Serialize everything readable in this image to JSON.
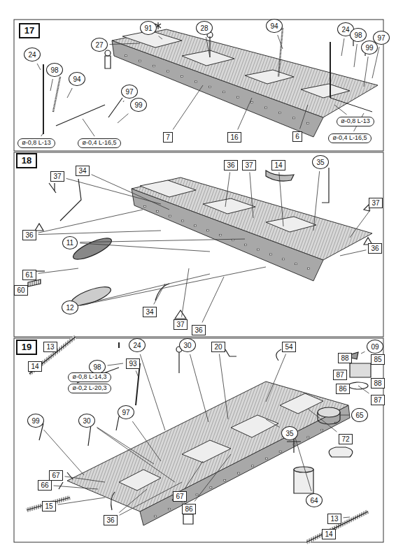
{
  "diagram": {
    "nodes": [
      {
        "text": [
          "17"
        ]
      },
      {
        "text": [
          "27"
        ]
      },
      {
        "text": [
          "91"
        ]
      },
      {
        "text": [
          "28"
        ]
      },
      {
        "text": [
          "94"
        ]
      },
      {
        "text": [
          "24"
        ]
      },
      {
        "text": [
          "98"
        ]
      },
      {
        "text": [
          "97"
        ]
      },
      {
        "text": [
          "99"
        ]
      },
      {
        "text": [
          "24"
        ]
      },
      {
        "text": [
          "98"
        ]
      },
      {
        "text": [
          "94"
        ]
      },
      {
        "text": [
          "97"
        ]
      },
      {
        "text": [
          "99"
        ]
      },
      {
        "text": [
          "ø-0,8 L-13"
        ]
      },
      {
        "text": [
          "ø-0,4 L-16,5"
        ]
      },
      {
        "text": [
          "7"
        ]
      },
      {
        "text": [
          "16"
        ]
      },
      {
        "text": [
          "6"
        ]
      },
      {
        "text": [
          "ø-0,8 L-13"
        ]
      },
      {
        "text": [
          "ø-0,4 L-16,5"
        ]
      },
      {
        "text": [
          "18"
        ]
      },
      {
        "text": [
          "37"
        ]
      },
      {
        "text": [
          "34"
        ]
      },
      {
        "text": [
          "36"
        ]
      },
      {
        "text": [
          "37"
        ]
      },
      {
        "text": [
          "14"
        ]
      },
      {
        "text": [
          "35"
        ]
      },
      {
        "text": [
          "37"
        ]
      },
      {
        "text": [
          "36"
        ]
      },
      {
        "text": [
          "36"
        ]
      },
      {
        "text": [
          "61"
        ]
      },
      {
        "text": [
          "11"
        ]
      },
      {
        "text": [
          "60"
        ]
      },
      {
        "text": [
          "12"
        ]
      },
      {
        "text": [
          "34"
        ]
      },
      {
        "text": [
          "37"
        ]
      },
      {
        "text": [
          "36"
        ]
      },
      {
        "text": [
          "19"
        ]
      },
      {
        "text": [
          "13"
        ]
      },
      {
        "text": [
          "24"
        ]
      },
      {
        "text": [
          "30"
        ]
      },
      {
        "text": [
          "20"
        ]
      },
      {
        "text": [
          "54"
        ]
      },
      {
        "text": [
          "09"
        ]
      },
      {
        "text": [
          "14"
        ]
      },
      {
        "text": [
          "98"
        ]
      },
      {
        "text": [
          "93"
        ]
      },
      {
        "text": [
          "ø-0,8 L-14,3"
        ]
      },
      {
        "text": [
          "ø-0,2 L-20,3"
        ]
      },
      {
        "text": [
          "88"
        ]
      },
      {
        "text": [
          "85"
        ]
      },
      {
        "text": [
          "87"
        ]
      },
      {
        "text": [
          "86"
        ]
      },
      {
        "text": [
          "88"
        ]
      },
      {
        "text": [
          "87"
        ]
      },
      {
        "text": [
          "65"
        ]
      },
      {
        "text": [
          "97"
        ]
      },
      {
        "text": [
          "99"
        ]
      },
      {
        "text": [
          "30"
        ]
      },
      {
        "text": [
          "35"
        ]
      },
      {
        "text": [
          "72"
        ]
      },
      {
        "text": [
          "67"
        ]
      },
      {
        "text": [
          "66"
        ]
      },
      {
        "text": [
          "15"
        ]
      },
      {
        "text": [
          "36"
        ]
      },
      {
        "text": [
          "67"
        ]
      },
      {
        "text": [
          "86"
        ]
      },
      {
        "text": [
          "64"
        ]
      },
      {
        "text": [
          "13"
        ]
      },
      {
        "text": [
          "14"
        ]
      }
    ]
  }
}
